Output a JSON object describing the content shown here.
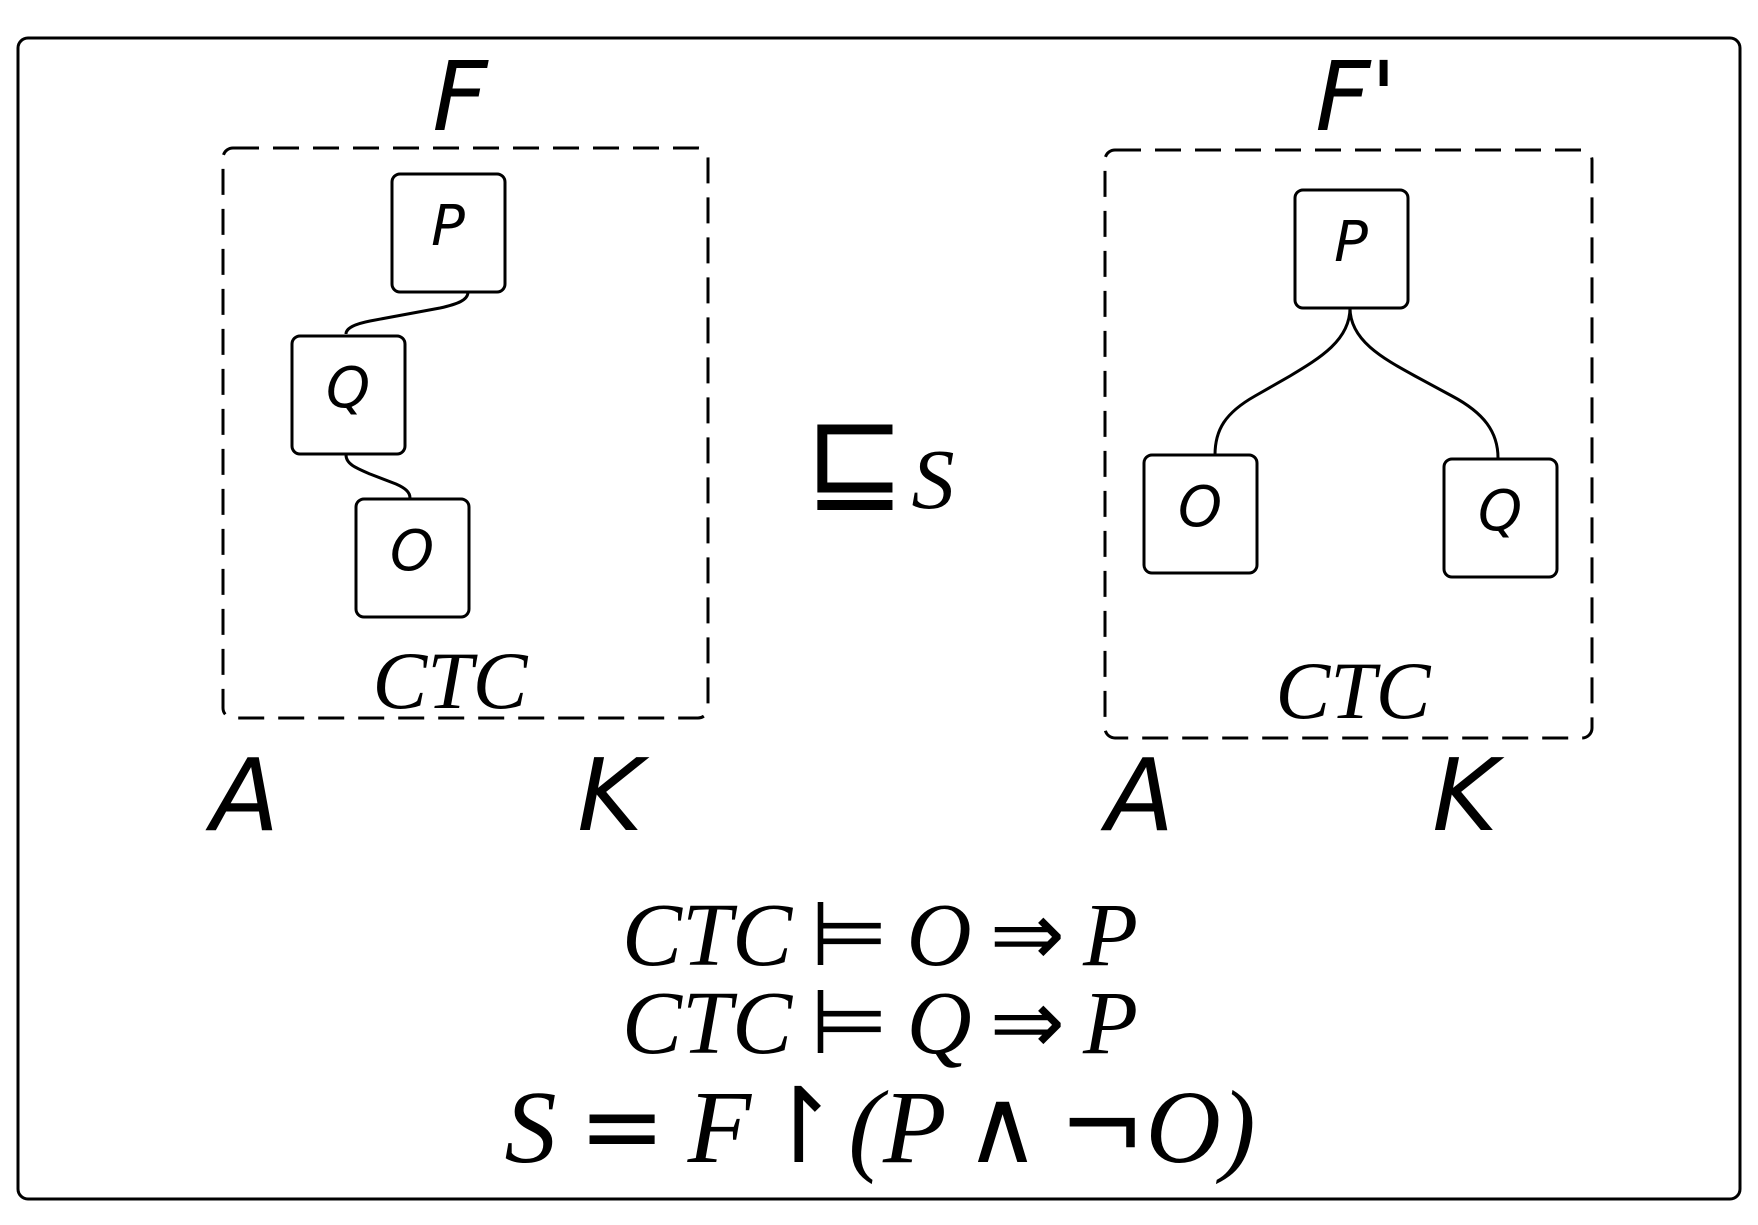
{
  "left_model": {
    "title": "F",
    "features": {
      "root": "P",
      "mid": "Q",
      "leaf": "O"
    },
    "constraint_label": "CTC",
    "bottom_left_label": "A",
    "bottom_right_label": "K"
  },
  "relation": {
    "symbol": "⊑",
    "subscript": "S"
  },
  "right_model": {
    "title": "F'",
    "features": {
      "root": "P",
      "left_child": "O",
      "right_child": "Q"
    },
    "constraint_label": "CTC",
    "bottom_left_label": "A",
    "bottom_right_label": "K"
  },
  "formulas": {
    "line1": {
      "lhs": "CTC",
      "entails": "⊨",
      "antecedent": "O",
      "implies": "⇒",
      "consequent": "P"
    },
    "line2": {
      "lhs": "CTC",
      "entails": "⊨",
      "antecedent": "Q",
      "implies": "⇒",
      "consequent": "P"
    },
    "line3": {
      "lhs": "S",
      "eq": "=",
      "base": "F",
      "restrict": "↾",
      "open": "(",
      "a": "P",
      "and": "∧",
      "not": "¬",
      "b": "O",
      "close": ")"
    }
  },
  "colors": {
    "stroke": "#000000",
    "background": "#ffffff"
  }
}
